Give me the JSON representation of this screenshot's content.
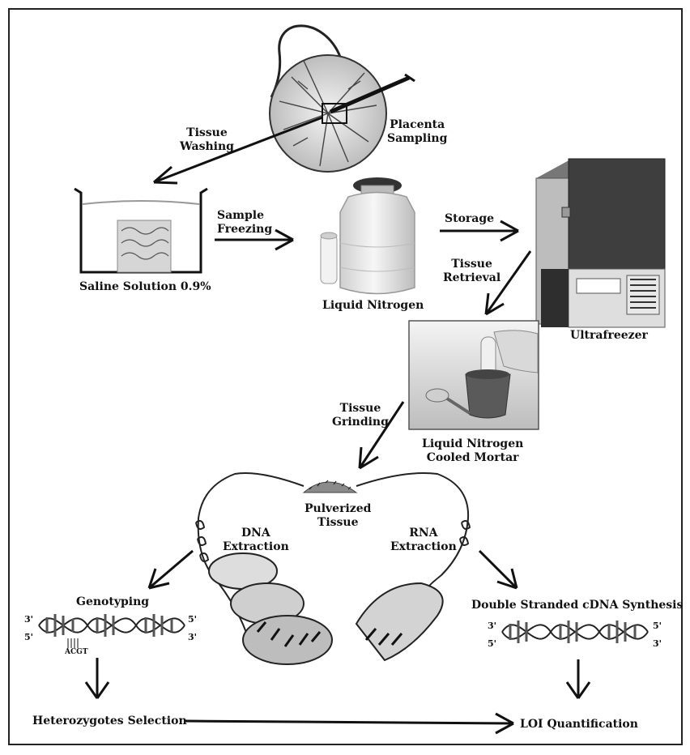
{
  "labels": {
    "placenta_sampling": [
      "Placenta",
      "Sampling"
    ],
    "tissue_washing": [
      "Tissue",
      "Washing"
    ],
    "saline_solution": "Saline Solution 0.9%",
    "sample_freezing": [
      "Sample",
      "Freezing"
    ],
    "liquid_nitrogen": "Liquid Nitrogen",
    "storage": "Storage",
    "ultrafreezer": "Ultrafreezer",
    "tissue_retrieval": [
      "Tissue",
      "Retrieval"
    ],
    "tissue_grinding": [
      "Tissue",
      "Grinding"
    ],
    "cooled_mortar": [
      "Liquid Nitrogen",
      "Cooled Mortar"
    ],
    "pulverized_tissue": [
      "Pulverized",
      "Tissue"
    ],
    "dna_extraction": [
      "DNA",
      "Extraction"
    ],
    "rna_extraction": [
      "RNA",
      "Extraction"
    ],
    "genotyping": "Genotyping",
    "cdna_synthesis": "Double Stranded cDNA Synthesis",
    "heterozygotes_selection": "Heterozygotes Selection",
    "loi_quantification": "LOI Quantification"
  },
  "strand_ends": {
    "three_prime": "3'",
    "five_prime": "5'"
  },
  "base_pairs": "ACGT",
  "colors": {
    "ink": "#111111",
    "freezer_body": "#4a4a4a",
    "freezer_panel": "#d8d8d8",
    "mortar": "#5a5a5a",
    "dewar": "#e6e6e6"
  }
}
